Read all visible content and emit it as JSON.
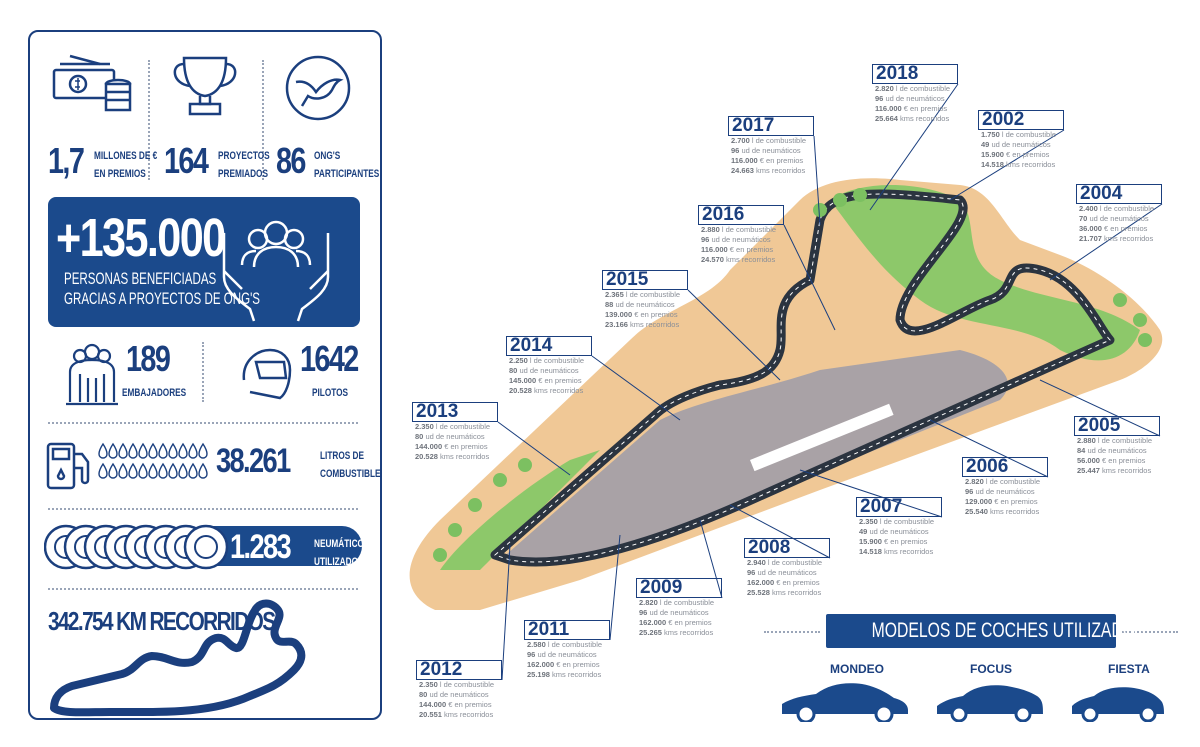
{
  "stats": {
    "prizes": {
      "value": "1,7",
      "label1": "Millones de €",
      "label2": "en premios"
    },
    "projects": {
      "value": "164",
      "label1": "Proyectos",
      "label2": "premiados"
    },
    "ngos": {
      "value": "86",
      "label1": "ONG'S",
      "label2": "participantes"
    },
    "people": {
      "value": "+135.000",
      "label1": "PERSONAS BENEFICIADAS",
      "label2": "GRACIAS A PROYECTOS DE ONG'S"
    },
    "ambassadors": {
      "value": "189",
      "label": "Embajadores"
    },
    "pilots": {
      "value": "1642",
      "label": "Pilotos"
    },
    "fuel": {
      "value": "38.261",
      "label1": "Litros de",
      "label2": "combustible"
    },
    "tyres": {
      "value": "1.283",
      "label1": "Neumáticos",
      "label2": "utilizados"
    },
    "km": {
      "value": "342.754 KM RECORRIDOS"
    }
  },
  "units": {
    "fuel": "l de combustible",
    "tyres": "ud de neumáticos",
    "prizes": "€ en premios",
    "km": "kms recorridos"
  },
  "years": [
    {
      "year": "2018",
      "fuel": "2.820",
      "tyres": "96",
      "prizes": "116.000",
      "km": "25.664"
    },
    {
      "year": "2017",
      "fuel": "2.700",
      "tyres": "96",
      "prizes": "116.000",
      "km": "24.663"
    },
    {
      "year": "2016",
      "fuel": "2.880",
      "tyres": "96",
      "prizes": "116.000",
      "km": "24.570"
    },
    {
      "year": "2015",
      "fuel": "2.365",
      "tyres": "88",
      "prizes": "139.000",
      "km": "23.166"
    },
    {
      "year": "2014",
      "fuel": "2.250",
      "tyres": "80",
      "prizes": "145.000",
      "km": "20.528"
    },
    {
      "year": "2013",
      "fuel": "2.350",
      "tyres": "80",
      "prizes": "144.000",
      "km": "20.528"
    },
    {
      "year": "2012",
      "fuel": "2.350",
      "tyres": "80",
      "prizes": "144.000",
      "km": "20.551"
    },
    {
      "year": "2011",
      "fuel": "2.580",
      "tyres": "96",
      "prizes": "162.000",
      "km": "25.198"
    },
    {
      "year": "2009",
      "fuel": "2.820",
      "tyres": "96",
      "prizes": "162.000",
      "km": "25.265"
    },
    {
      "year": "2008",
      "fuel": "2.940",
      "tyres": "96",
      "prizes": "162.000",
      "km": "25.528"
    },
    {
      "year": "2007",
      "fuel": "2.350",
      "tyres": "49",
      "prizes": "15.900",
      "km": "14.518"
    },
    {
      "year": "2006",
      "fuel": "2.820",
      "tyres": "96",
      "prizes": "129.000",
      "km": "25.540"
    },
    {
      "year": "2005",
      "fuel": "2.880",
      "tyres": "84",
      "prizes": "56.000",
      "km": "25.447"
    },
    {
      "year": "2004",
      "fuel": "2.400",
      "tyres": "70",
      "prizes": "36.000",
      "km": "21.707"
    },
    {
      "year": "2002",
      "fuel": "1.750",
      "tyres": "49",
      "prizes": "15.900",
      "km": "14.518"
    }
  ],
  "cars": {
    "title": "MODELOS DE COCHES UTILIZADOS",
    "models": [
      "MONDEO",
      "FOCUS",
      "FIESTA"
    ]
  },
  "colors": {
    "navy": "#1b3f7e",
    "blue": "#1b4a8c",
    "sand": "#f0c896",
    "grass": "#8dc86a",
    "asphalt": "#2b3440",
    "paddock": "#a9a2a6"
  }
}
